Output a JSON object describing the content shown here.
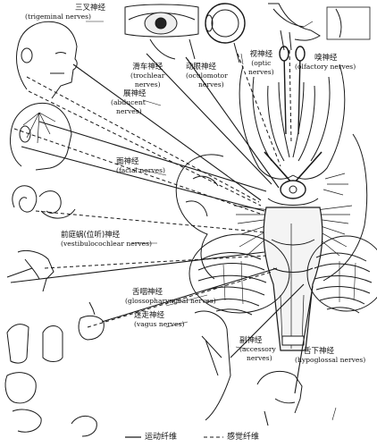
{
  "nerves": {
    "trigeminal": {
      "zh": "三叉神经",
      "en": "(trigeminal nerves)"
    },
    "trochlear": {
      "zh": "滑车神经",
      "en1": "(trochlear",
      "en2": "nerves)"
    },
    "oculomotor": {
      "zh": "动眼神经",
      "en1": "(oculomotor",
      "en2": "nerves)"
    },
    "optic": {
      "zh": "视神经",
      "en1": "(optic",
      "en2": "nerves)"
    },
    "olfactory": {
      "zh": "嗅神经",
      "en": "(olfactory nerves)"
    },
    "abducent": {
      "zh": "展神经",
      "en1": "(abducent",
      "en2": "nerves)"
    },
    "facial": {
      "zh": "面神经",
      "en": "(facial nerves)"
    },
    "vestibulocochlear": {
      "zh": "前庭蜗(位听)神经",
      "en": "(vestibulocochlear nerves)"
    },
    "glossopharyngeal": {
      "zh": "舌咽神经",
      "en": "(glossopharyngeal nerves)"
    },
    "vagus": {
      "zh": "迷走神经",
      "en": "(vagus nerves)"
    },
    "accessory": {
      "zh": "副神经",
      "en1": "(accessory",
      "en2": "nerves)"
    },
    "hypoglossal": {
      "zh": "舌下神经",
      "en": "(hypoglossal nerves)"
    }
  },
  "legend": {
    "motor": "运动纤维",
    "sensory": "感觉纤维"
  }
}
